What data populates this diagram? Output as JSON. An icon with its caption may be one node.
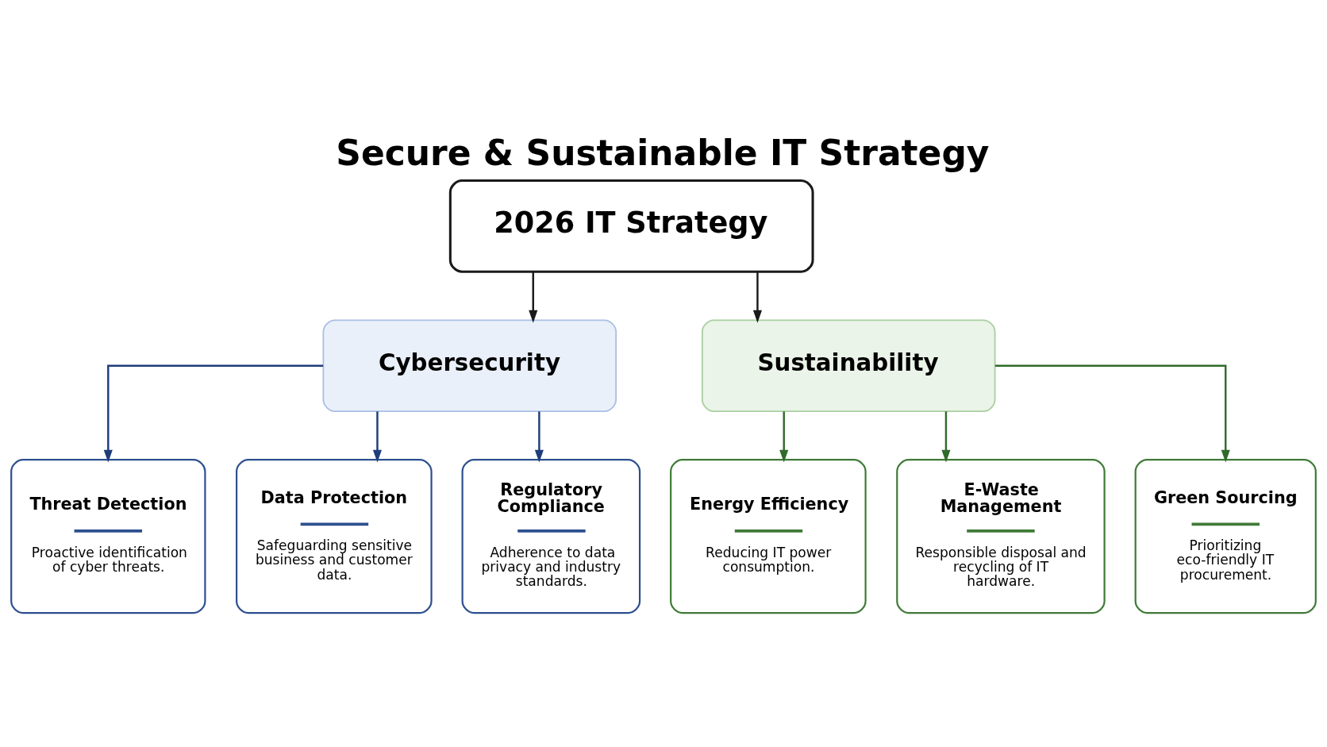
{
  "diagram": {
    "title": "Secure & Sustainable IT Strategy",
    "nodes": [
      {
        "text": [
          "2026 IT Strategy"
        ]
      },
      {
        "text": [
          "Cybersecurity"
        ]
      },
      {
        "text": [
          "Sustainability"
        ]
      },
      {
        "text": [
          "Threat Detection",
          "Proactive identification of cyber threats."
        ]
      },
      {
        "text": [
          "Data Protection",
          "Safeguarding sensitive business and customer data."
        ]
      },
      {
        "text": [
          "Regulatory Compliance",
          "Adherence to data privacy and industry standards."
        ]
      },
      {
        "text": [
          "Energy Efficiency",
          "Reducing IT power consumption."
        ]
      },
      {
        "text": [
          "E-Waste Management",
          "Responsible disposal and recycling of IT hardware."
        ]
      },
      {
        "text": [
          "Green Sourcing",
          "Prioritizing eco-friendly IT procurement."
        ]
      }
    ],
    "edges": [
      {
        "from": 0,
        "to": 1,
        "arrow": "to",
        "color": "#1a1a1a"
      },
      {
        "from": 0,
        "to": 2,
        "arrow": "to",
        "color": "#1a1a1a"
      },
      {
        "from": 1,
        "to": 3,
        "arrow": "to",
        "color": "#1f3d7a"
      },
      {
        "from": 1,
        "to": 4,
        "arrow": "to",
        "color": "#1f3d7a"
      },
      {
        "from": 1,
        "to": 5,
        "arrow": "to",
        "color": "#1f3d7a"
      },
      {
        "from": 2,
        "to": 6,
        "arrow": "to",
        "color": "#2f6b2a"
      },
      {
        "from": 2,
        "to": 7,
        "arrow": "to",
        "color": "#2f6b2a"
      },
      {
        "from": 2,
        "to": 8,
        "arrow": "to",
        "color": "#2f6b2a"
      }
    ]
  }
}
